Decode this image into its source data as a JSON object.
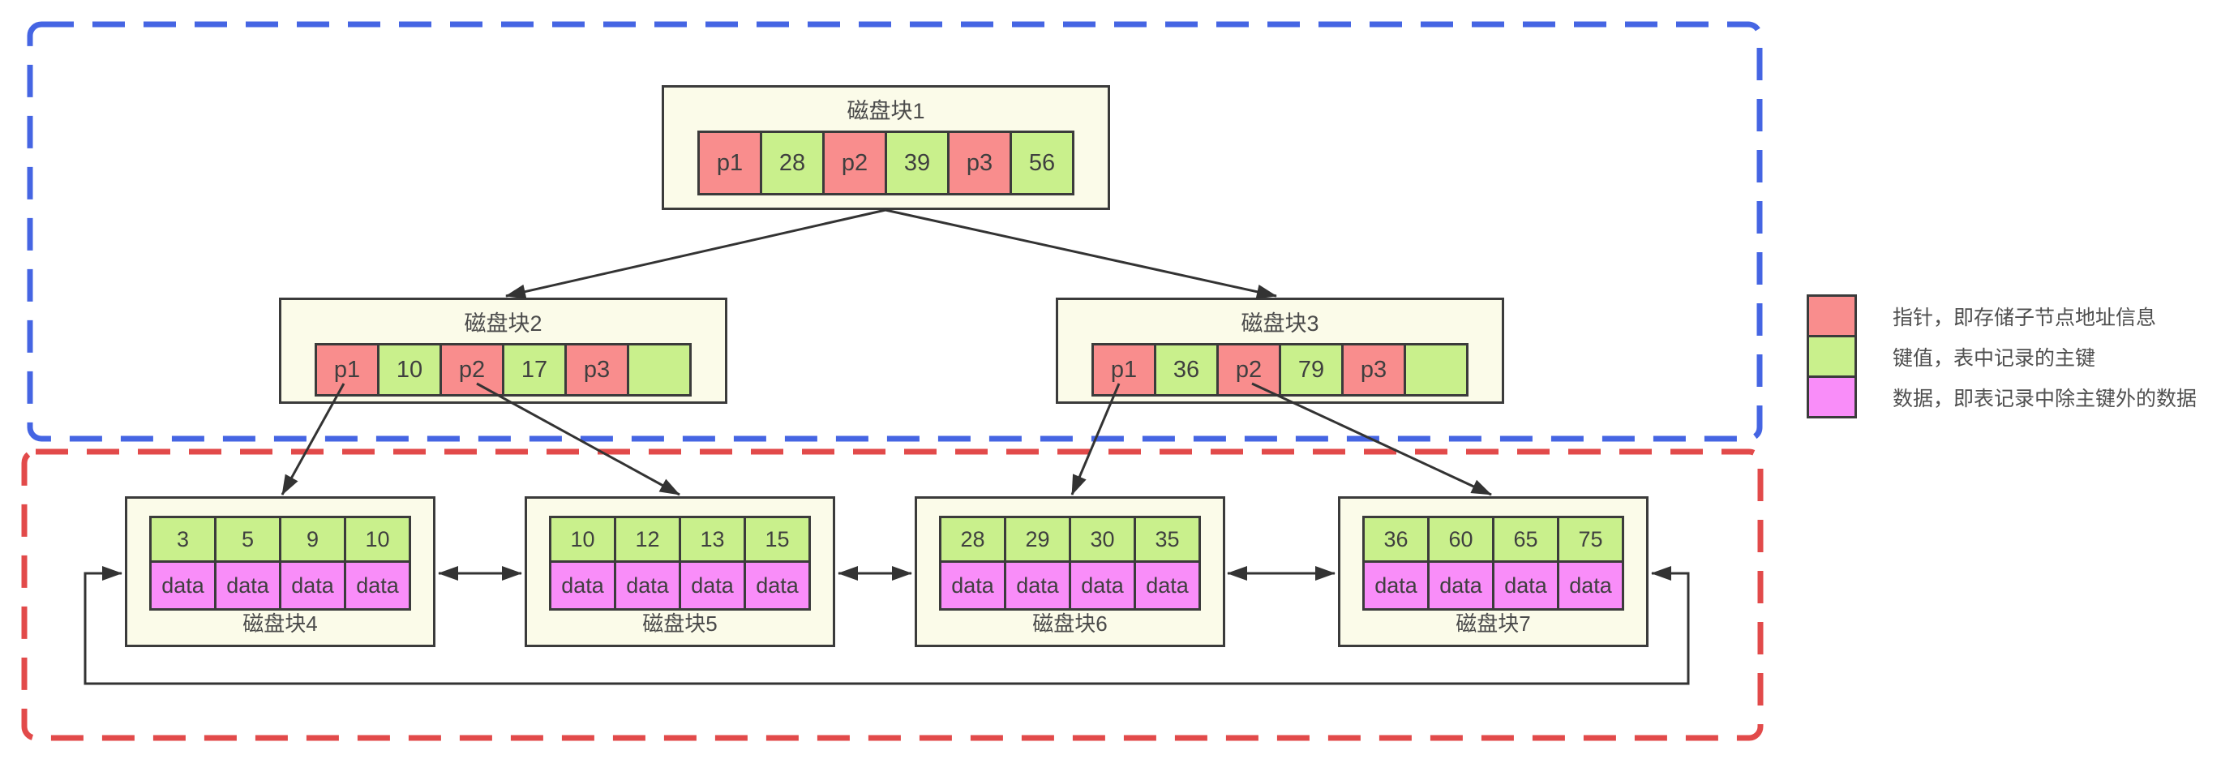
{
  "diagram": {
    "type": "bplus-tree-index",
    "sections": {
      "internal_frame_color": "#4565e3",
      "leaf_frame_color": "#e24a4a"
    },
    "colors": {
      "pointer_cell": "#f98d8d",
      "key_cell": "#c9f08c",
      "data_cell": "#f98df9",
      "block_background": "#fbfbe9",
      "block_border": "#3b3b3b",
      "arrow": "#333333"
    }
  },
  "internal": [
    {
      "title": "磁盘块1",
      "cells": [
        {
          "text": "p1",
          "type": "pointer"
        },
        {
          "text": "28",
          "type": "key"
        },
        {
          "text": "p2",
          "type": "pointer"
        },
        {
          "text": "39",
          "type": "key"
        },
        {
          "text": "p3",
          "type": "pointer"
        },
        {
          "text": "56",
          "type": "key"
        }
      ]
    },
    {
      "title": "磁盘块2",
      "cells": [
        {
          "text": "p1",
          "type": "pointer"
        },
        {
          "text": "10",
          "type": "key"
        },
        {
          "text": "p2",
          "type": "pointer"
        },
        {
          "text": "17",
          "type": "key"
        },
        {
          "text": "p3",
          "type": "pointer"
        },
        {
          "text": "",
          "type": "key"
        }
      ]
    },
    {
      "title": "磁盘块3",
      "cells": [
        {
          "text": "p1",
          "type": "pointer"
        },
        {
          "text": "36",
          "type": "key"
        },
        {
          "text": "p2",
          "type": "pointer"
        },
        {
          "text": "79",
          "type": "key"
        },
        {
          "text": "p3",
          "type": "pointer"
        },
        {
          "text": "",
          "type": "key"
        }
      ]
    }
  ],
  "leaves": [
    {
      "title": "磁盘块4",
      "keys": [
        "3",
        "5",
        "9",
        "10"
      ],
      "data": [
        "data",
        "data",
        "data",
        "data"
      ]
    },
    {
      "title": "磁盘块5",
      "keys": [
        "10",
        "12",
        "13",
        "15"
      ],
      "data": [
        "data",
        "data",
        "data",
        "data"
      ]
    },
    {
      "title": "磁盘块6",
      "keys": [
        "28",
        "29",
        "30",
        "35"
      ],
      "data": [
        "data",
        "data",
        "data",
        "data"
      ]
    },
    {
      "title": "磁盘块7",
      "keys": [
        "36",
        "60",
        "65",
        "75"
      ],
      "data": [
        "data",
        "data",
        "data",
        "data"
      ]
    }
  ],
  "legend": {
    "items": [
      {
        "swatch": "pointer",
        "color": "#f98d8d",
        "label": "指针，即存储子节点地址信息"
      },
      {
        "swatch": "key",
        "color": "#c9f08c",
        "label": "键值，表中记录的主键"
      },
      {
        "swatch": "data",
        "color": "#f98df9",
        "label": "数据，即表记录中除主键外的数据"
      }
    ]
  }
}
